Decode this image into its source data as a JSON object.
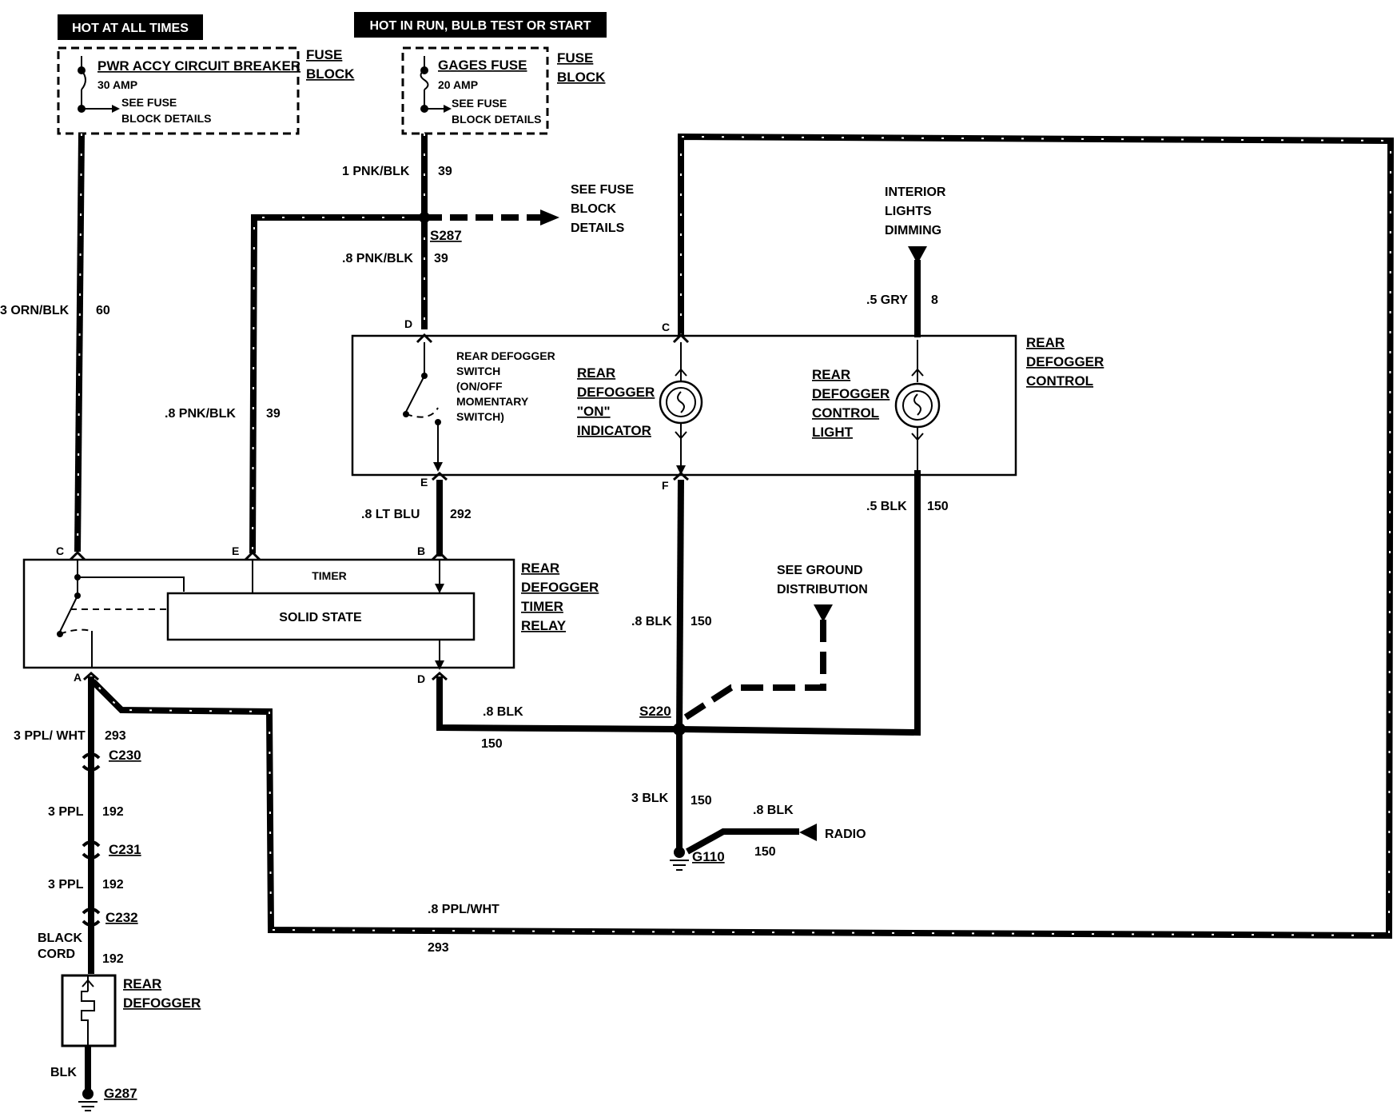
{
  "headers": {
    "hot_at_all_times": "HOT AT ALL TIMES",
    "hot_in_run": "HOT IN RUN, BULB TEST OR START"
  },
  "fuse_left": {
    "name": "PWR ACCY CIRCUIT BREAKER",
    "rating": "30 AMP",
    "see1": "SEE FUSE",
    "see2": "BLOCK DETAILS",
    "block1": "FUSE",
    "block2": "BLOCK"
  },
  "fuse_right": {
    "name": "GAGES FUSE",
    "rating": "20 AMP",
    "see1": "SEE FUSE",
    "see2": "BLOCK DETAILS",
    "block1": "FUSE",
    "block2": "BLOCK"
  },
  "see_fuse_block": [
    "SEE FUSE",
    "BLOCK",
    "DETAILS"
  ],
  "interior_lights": [
    "INTERIOR",
    "LIGHTS",
    "DIMMING"
  ],
  "see_ground": [
    "SEE GROUND",
    "DISTRIBUTION"
  ],
  "radio": "RADIO",
  "control_module": {
    "title": [
      "REAR",
      "DEFOGGER",
      "CONTROL"
    ],
    "switch": [
      "REAR DEFOGGER",
      "SWITCH",
      "(ON/OFF",
      "MOMENTARY",
      "SWITCH)"
    ],
    "on_indicator": [
      "REAR",
      "DEFOGGER",
      "\"ON\"",
      "INDICATOR"
    ],
    "control_light": [
      "REAR",
      "DEFOGGER",
      "CONTROL",
      "LIGHT"
    ]
  },
  "timer_relay": {
    "title": [
      "REAR",
      "DEFOGGER",
      "TIMER",
      "RELAY"
    ],
    "timer": "TIMER",
    "solid_state": "SOLID STATE"
  },
  "rear_defogger": [
    "REAR",
    "DEFOGGER"
  ],
  "pins": {
    "relay_c": "C",
    "relay_e": "E",
    "relay_b": "B",
    "relay_a": "A",
    "relay_d": "D",
    "ctrl_d": "D",
    "ctrl_c": "C",
    "ctrl_e": "E",
    "ctrl_f": "F"
  },
  "wires": {
    "w1_gauge": "1 PNK/BLK",
    "w1_num": "39",
    "w2_gauge": ".8 PNK/BLK",
    "w2_num": "39",
    "w3_gauge": "3 ORN/BLK",
    "w3_num": "60",
    "w4_gauge": ".8 PNK/BLK",
    "w4_num": "39",
    "w5_gauge": ".5 GRY",
    "w5_num": "8",
    "w6_gauge": ".8 LT BLU",
    "w6_num": "292",
    "w7_gauge": ".5 BLK",
    "w7_num": "150",
    "w8_gauge": ".8 BLK",
    "w8_num": "150",
    "w9_gauge": ".8 BLK",
    "w9_num": "150",
    "w10_gauge": "3 PPL/ WHT",
    "w10_num": "293",
    "w11_gauge": "3 PPL",
    "w11_num": "192",
    "w12_gauge": "3 PPL",
    "w12_num": "192",
    "w13_gauge1": "BLACK",
    "w13_gauge2": "CORD",
    "w13_num": "192",
    "w14_gauge": "3 BLK",
    "w14_num": "150",
    "w15_gauge": ".8 BLK",
    "w15_num": "150",
    "w16_gauge": ".8 PPL/WHT",
    "w16_num": "293",
    "w17_gauge": "BLK"
  },
  "connectors": {
    "s287": "S287",
    "s220": "S220",
    "c230": "C230",
    "c231": "C231",
    "c232": "C232",
    "g110": "G110",
    "g287": "G287"
  }
}
